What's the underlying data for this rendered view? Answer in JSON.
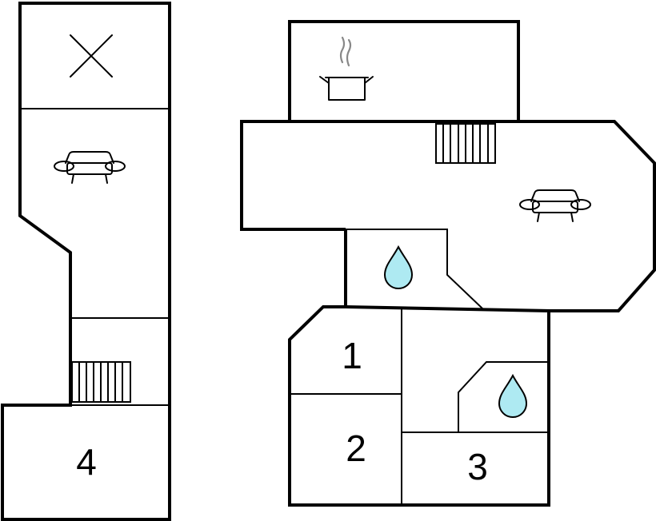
{
  "floor_plan": {
    "room_labels": [
      "4",
      "1",
      "2",
      "3"
    ],
    "icons": [
      "cross-icon",
      "sofa-icon",
      "stairs-icon",
      "cooking-pot-icon",
      "water-drop-icon"
    ],
    "colors": {
      "wall": "#000000",
      "background": "#ffffff",
      "water": "#aeeaf2",
      "steam": "#888888"
    }
  }
}
